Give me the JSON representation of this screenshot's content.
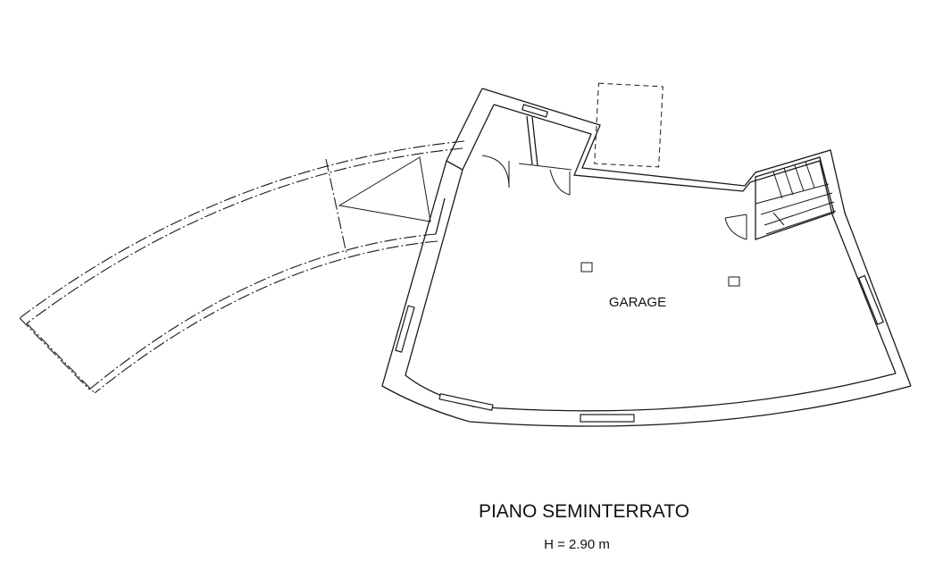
{
  "plan": {
    "room_label": "GARAGE",
    "floor_title": "PIANO SEMINTERRATO",
    "height_label": "H = 2.90 m"
  },
  "colors": {
    "line": "#1a1a1a",
    "background": "#ffffff"
  }
}
